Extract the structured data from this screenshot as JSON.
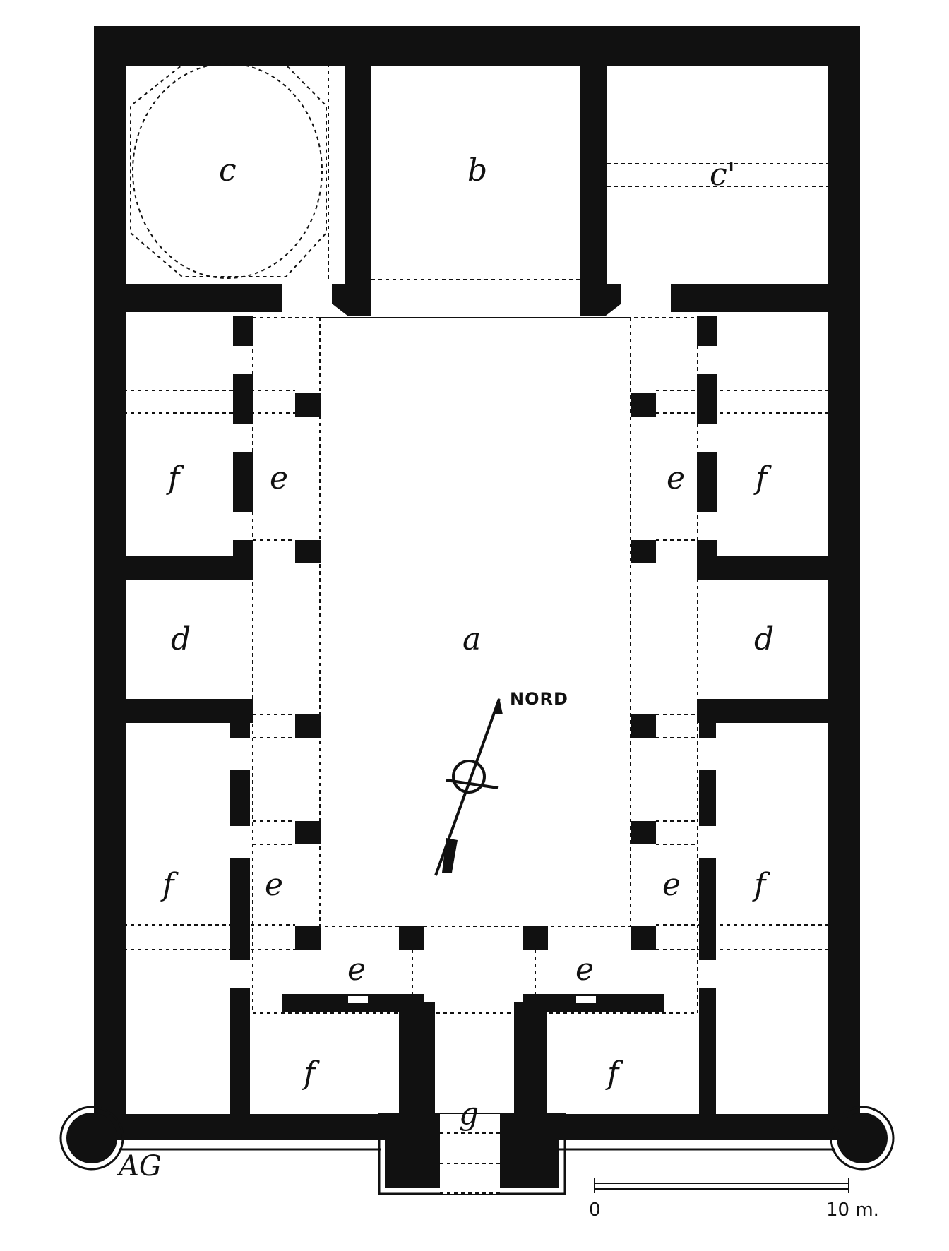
{
  "plan": {
    "room_labels": {
      "a": "a",
      "b": "b",
      "c": "c",
      "c_prime": "c'",
      "d": "d",
      "e": "e",
      "f": "f",
      "g": "g"
    },
    "compass": {
      "label": "NORD"
    },
    "scale": {
      "start": "0",
      "end": "10 m."
    },
    "signature": "AG",
    "colors": {
      "wall": "#111111",
      "paper": "#ffffff"
    }
  }
}
